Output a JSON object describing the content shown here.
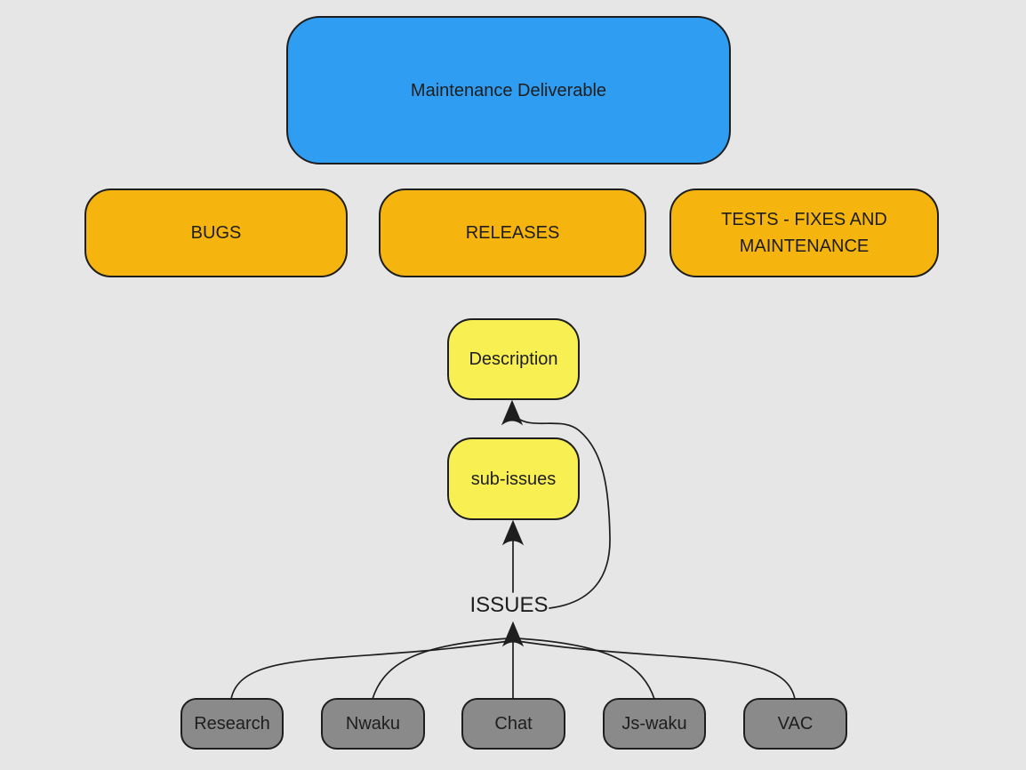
{
  "canvas": {
    "background": "#E6E6E6",
    "stroke": "#1E1E1E"
  },
  "nodes": {
    "maintenance_deliverable": {
      "label": "Maintenance Deliverable",
      "fill": "#2F9DF1"
    },
    "bugs": {
      "label": "BUGS",
      "fill": "#F5B40E"
    },
    "releases": {
      "label": "RELEASES",
      "fill": "#F5B40E"
    },
    "tests": {
      "label": "TESTS - FIXES AND MAINTENANCE",
      "fill": "#F5B40E"
    },
    "description": {
      "label": "Description",
      "fill": "#F8EF52"
    },
    "sub_issues": {
      "label": "sub-issues",
      "fill": "#F8EF52"
    },
    "issues": {
      "label": "ISSUES"
    },
    "research": {
      "label": "Research",
      "fill": "#8A8A8A"
    },
    "nwaku": {
      "label": "Nwaku",
      "fill": "#8A8A8A"
    },
    "chat": {
      "label": "Chat",
      "fill": "#8A8A8A"
    },
    "js_waku": {
      "label": "Js-waku",
      "fill": "#8A8A8A"
    },
    "vac": {
      "label": "VAC",
      "fill": "#8A8A8A"
    }
  },
  "edges": [
    {
      "from": "ISSUES",
      "to": "sub-issues"
    },
    {
      "from": "ISSUES",
      "to": "Description"
    },
    {
      "from": "Research",
      "to": "ISSUES"
    },
    {
      "from": "Nwaku",
      "to": "ISSUES"
    },
    {
      "from": "Chat",
      "to": "ISSUES"
    },
    {
      "from": "Js-waku",
      "to": "ISSUES"
    },
    {
      "from": "VAC",
      "to": "ISSUES"
    }
  ]
}
